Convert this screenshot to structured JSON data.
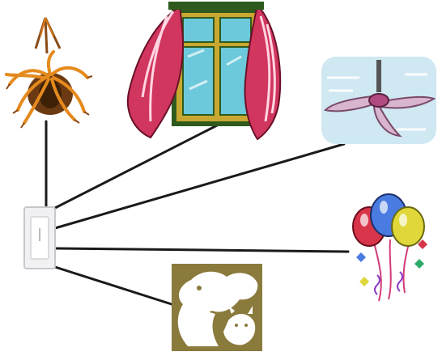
{
  "diagram": {
    "center": {
      "name": "light-switch",
      "icon": "wall-switch"
    },
    "items": [
      {
        "id": "hanging-plant",
        "icon": "hanging-plant-icon"
      },
      {
        "id": "open-window",
        "icon": "window-with-curtains-icon"
      },
      {
        "id": "ceiling-fan",
        "icon": "ceiling-fan-icon"
      },
      {
        "id": "balloons",
        "icon": "party-balloons-icon"
      },
      {
        "id": "pets",
        "icon": "dog-and-cat-icon"
      }
    ]
  },
  "colors": {
    "line": "#1a1a1a",
    "curtain": "#d0365e",
    "window_frame": "#2f5a1e",
    "window_glass": "#6cc9dc",
    "fan_blade": "#d9b6d0",
    "fan_bg": "#cfe8f2",
    "pet_bg": "#8a7a3c",
    "plant_leaf": "#e58a1d"
  }
}
